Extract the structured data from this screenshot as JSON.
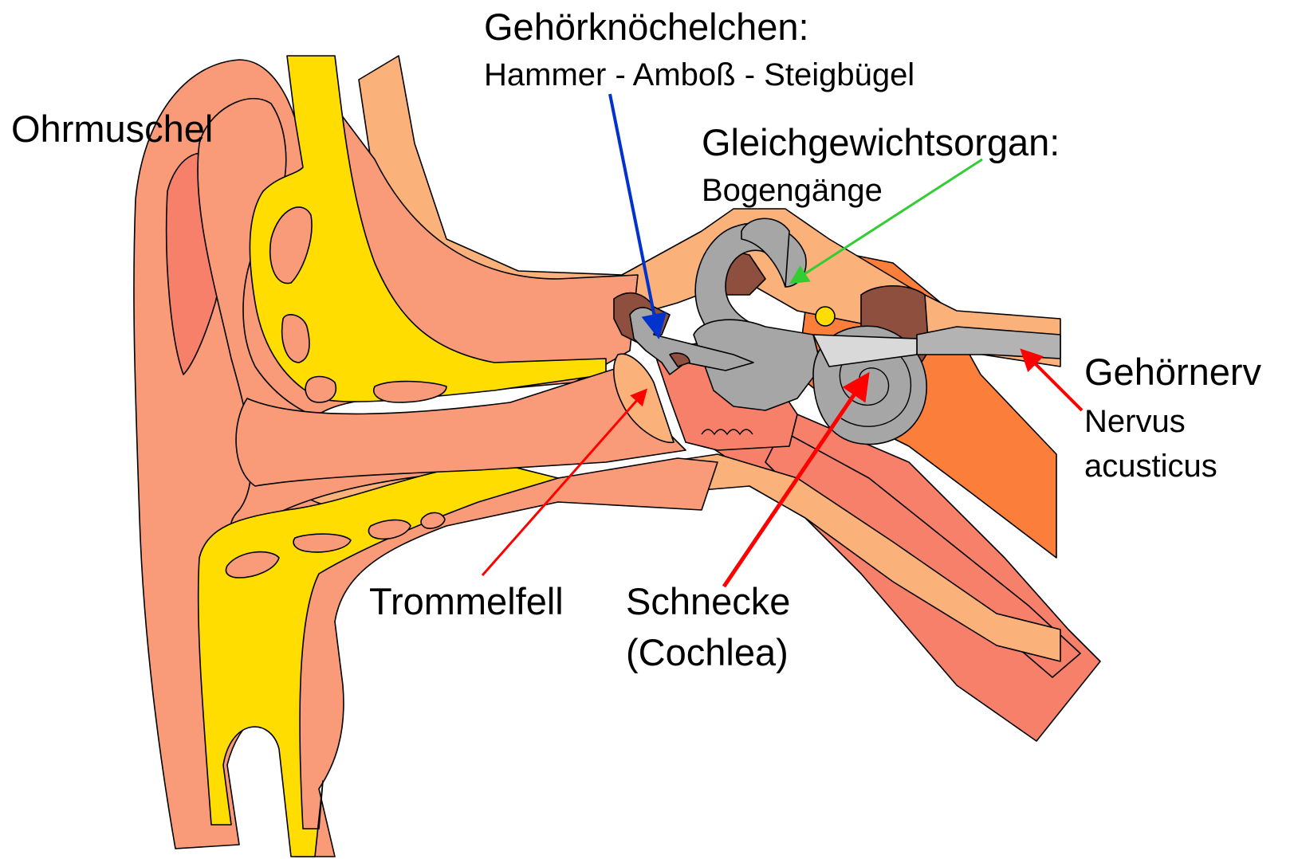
{
  "labels": {
    "ossicles_title": "Gehörknöchelchen:",
    "ossicles_sub": "Hammer - Amboß - Steigbügel",
    "pinna": "Ohrmuschel",
    "vestibular_title": "Gleichgewichtsorgan:",
    "vestibular_sub": "Bogengänge",
    "nerve_title": "Gehörnerv",
    "nerve_sub_1": "Nervus",
    "nerve_sub_2": "acusticus",
    "eardrum": "Trommelfell",
    "cochlea_1": "Schnecke",
    "cochlea_2": "(Cochlea)"
  },
  "colors": {
    "skin": "#F99A78",
    "skin_dark": "#F7806A",
    "skin_light": "#FBB27A",
    "cartilage": "#FFDD00",
    "bone_orange": "#FB7F3A",
    "labyrinth": "#A6A6A6",
    "brown": "#8E4F3E",
    "arrow_blue": "#0033CC",
    "arrow_green": "#33CC33",
    "arrow_red": "#FF0000"
  }
}
